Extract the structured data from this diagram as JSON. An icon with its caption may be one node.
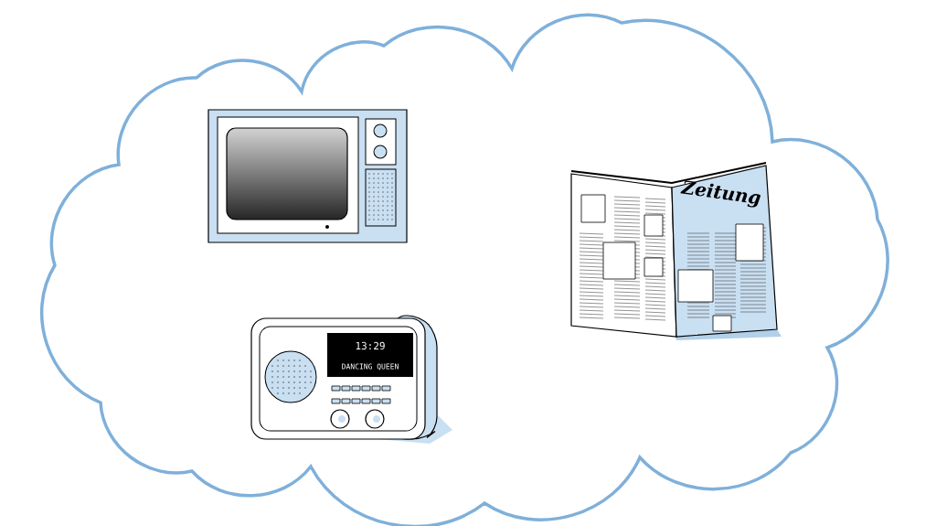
{
  "diagram": {
    "labels": [
      "Zeitung",
      "13:29",
      "DANCING QUEEN"
    ]
  }
}
